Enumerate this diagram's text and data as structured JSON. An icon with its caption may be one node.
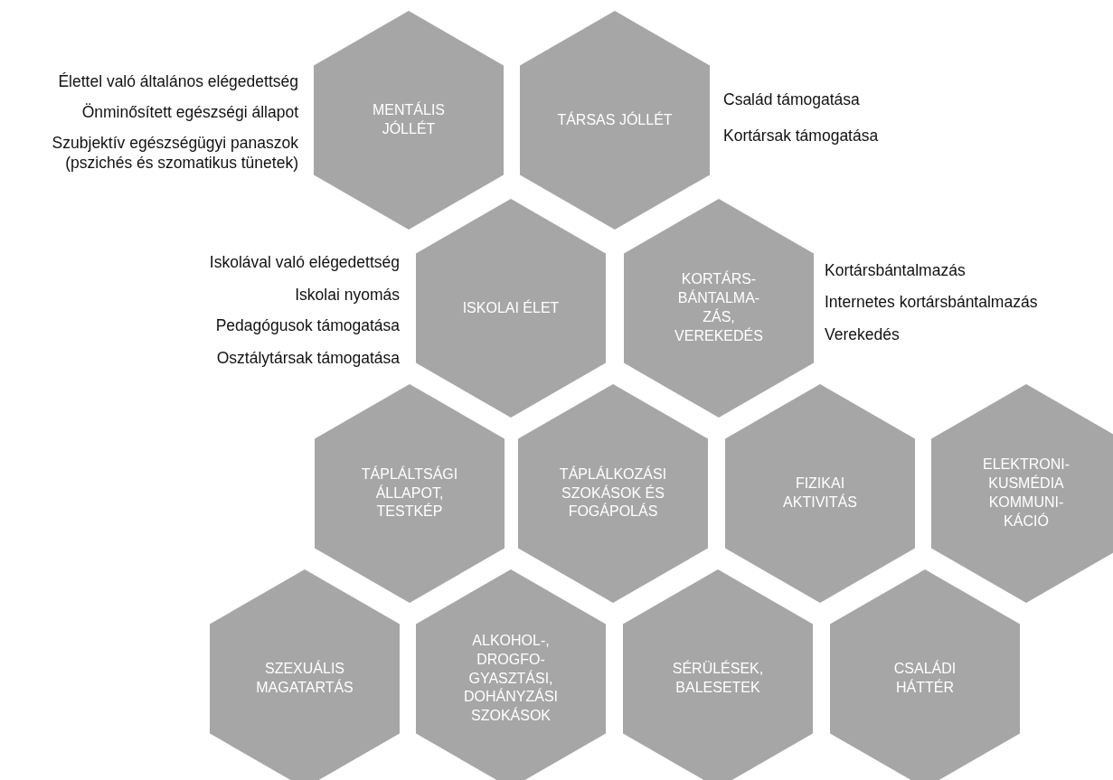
{
  "diagram": {
    "nodes": [
      {
        "text": [
          "MENTÁLIS JÓLLÉT"
        ],
        "beside": [
          "Élettel való általános elégedettség",
          "Önminősített egészségi állapot",
          "Szubjektív egészségügyi panaszok (pszichés és szomatikus tünetek)"
        ]
      },
      {
        "text": [
          "TÁRSAS JÓLLÉT"
        ],
        "beside": [
          "Család támogatása",
          "Kortársak támogatása"
        ]
      },
      {
        "text": [
          "ISKOLAI ÉLET"
        ],
        "beside": [
          "Iskolával való elégedettség",
          "Iskolai nyomás",
          "Pedagógusok támogatása",
          "Osztálytársak támogatása"
        ]
      },
      {
        "text": [
          "KORTÁRS-BÁNTALMA-ZÁS, VEREKEDÉS"
        ],
        "beside": [
          "Kortársbántalmazás",
          "Internetes kortársbántalmazás",
          "Verekedés"
        ]
      },
      {
        "text": [
          "TÁPLÁLTSÁGI ÁLLAPOT, TESTKÉP"
        ]
      },
      {
        "text": [
          "TÁPLÁLKOZÁSI SZOKÁSOK ÉS FOGÁPOLÁS"
        ]
      },
      {
        "text": [
          "FIZIKAI AKTIVITÁS"
        ]
      },
      {
        "text": [
          "ELEKTRONI-KUSMÉDIA KOMMUNI-KÁCIÓ"
        ]
      },
      {
        "text": [
          "SZEXUÁLIS MAGATARTÁS"
        ]
      },
      {
        "text": [
          "ALKOHOL-, DROGFO-GYASZTÁSI, DOHÁNYZÁSI SZOKÁSOK"
        ]
      },
      {
        "text": [
          "SÉRÜLÉSEK, BALESETEK"
        ]
      },
      {
        "text": [
          "CSALÁDI HÁTTÉR"
        ]
      }
    ]
  }
}
